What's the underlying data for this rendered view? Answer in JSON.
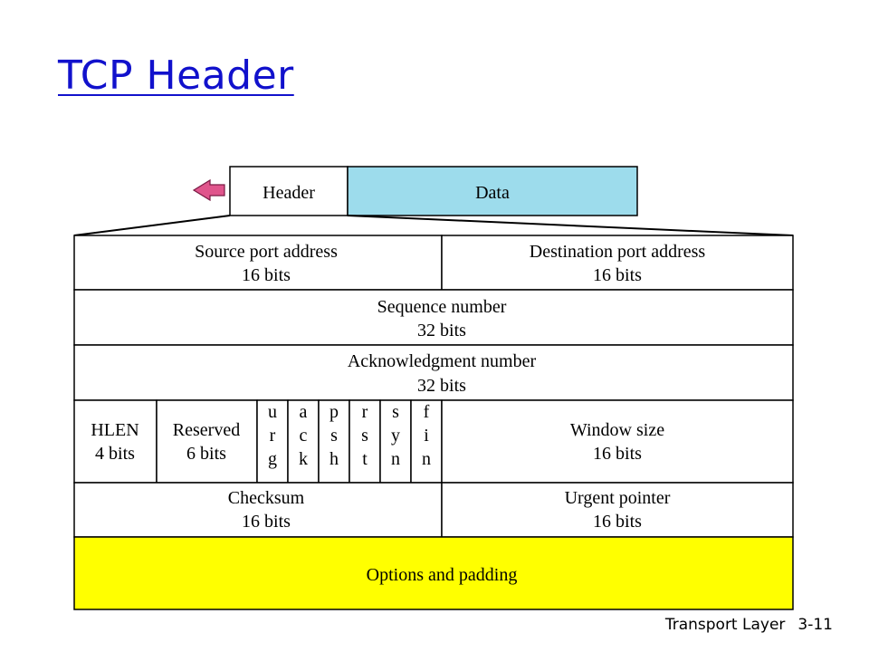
{
  "slide": {
    "title": "TCP Header",
    "footer_section": "Transport Layer",
    "footer_page": "3-11"
  },
  "segment": {
    "header_label": "Header",
    "data_label": "Data"
  },
  "fields": {
    "source_port": {
      "name": "Source port address",
      "size": "16 bits"
    },
    "dest_port": {
      "name": "Destination port address",
      "size": "16 bits"
    },
    "sequence": {
      "name": "Sequence number",
      "size": "32 bits"
    },
    "ack": {
      "name": "Acknowledgment number",
      "size": "32 bits"
    },
    "hlen": {
      "name": "HLEN",
      "size": "4 bits"
    },
    "reserved": {
      "name": "Reserved",
      "size": "6 bits"
    },
    "flags": {
      "urg": [
        "u",
        "r",
        "g"
      ],
      "ack": [
        "a",
        "c",
        "k"
      ],
      "psh": [
        "p",
        "s",
        "h"
      ],
      "rst": [
        "r",
        "s",
        "t"
      ],
      "syn": [
        "s",
        "y",
        "n"
      ],
      "fin": [
        "f",
        "i",
        "n"
      ]
    },
    "window": {
      "name": "Window size",
      "size": "16 bits"
    },
    "checksum": {
      "name": "Checksum",
      "size": "16 bits"
    },
    "urgent": {
      "name": "Urgent pointer",
      "size": "16 bits"
    },
    "options": {
      "name": "Options and padding"
    }
  },
  "colors": {
    "title": "#1111cc",
    "data_fill": "#9ddcec",
    "options_fill": "#ffff00",
    "arrow": "#e0558c"
  }
}
